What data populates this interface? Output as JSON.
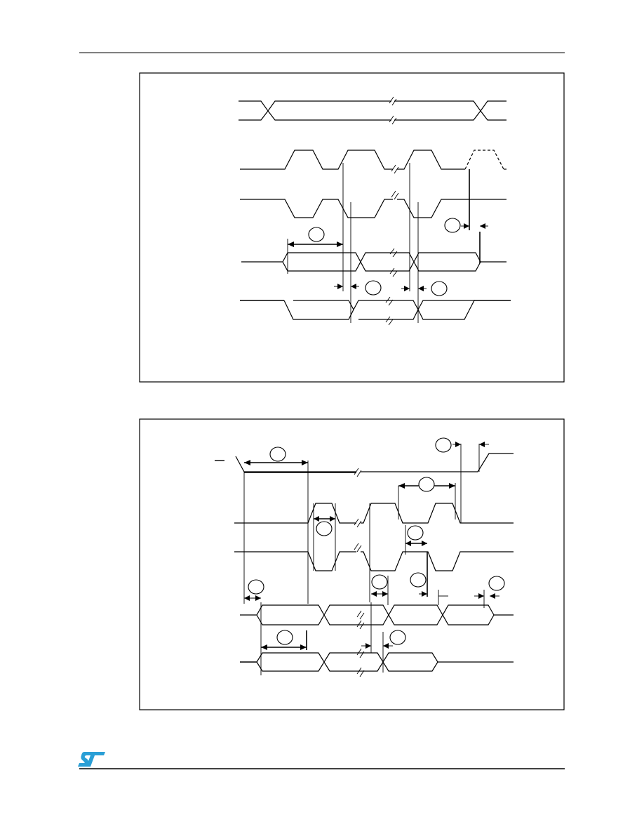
{
  "brand": {
    "logo": "ST logo",
    "color": "#2a9fd6"
  },
  "figures": [
    {
      "name": "timing-diagram-1",
      "circled_labels": [
        "",
        "",
        "",
        "",
        ""
      ]
    },
    {
      "name": "timing-diagram-2",
      "circled_labels": [
        "",
        "",
        "",
        "",
        "",
        "",
        "",
        "",
        "",
        "",
        ""
      ]
    }
  ]
}
